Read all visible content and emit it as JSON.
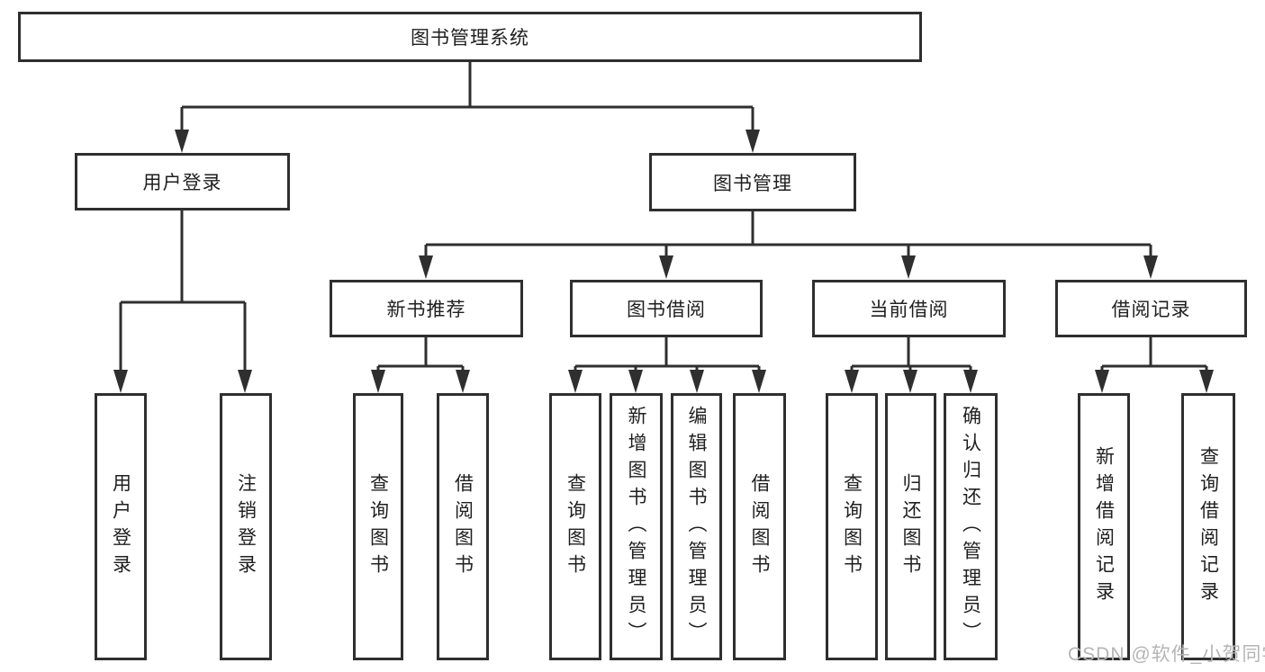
{
  "diagram": {
    "root": {
      "label": "图书管理系统"
    },
    "branches": {
      "user_login": {
        "label": "用户登录"
      },
      "book_management": {
        "label": "图书管理"
      }
    },
    "modules": {
      "new_books": {
        "label": "新书推荐"
      },
      "book_borrowing": {
        "label": "图书借阅"
      },
      "current_borrowing": {
        "label": "当前借阅"
      },
      "borrowing_records": {
        "label": "借阅记录"
      }
    },
    "leaves": {
      "user_login": [
        "用户登录",
        "注销登录"
      ],
      "new_books": [
        "查询图书",
        "借阅图书"
      ],
      "book_borrowing": [
        "查询图书",
        "新增图书（管理员）",
        "编辑图书（管理员）",
        "借阅图书"
      ],
      "current_borrowing": [
        "查询图书",
        "归还图书",
        "确认归还（管理员）"
      ],
      "borrowing_records": [
        "新增借阅记录",
        "查询借阅记录"
      ]
    }
  },
  "watermark": "CSDN @软件_小贺同学",
  "colors": {
    "line": "#2f2f2f",
    "text": "#1f1f1f",
    "watermark": "#b5b5b5",
    "background": "#ffffff"
  }
}
